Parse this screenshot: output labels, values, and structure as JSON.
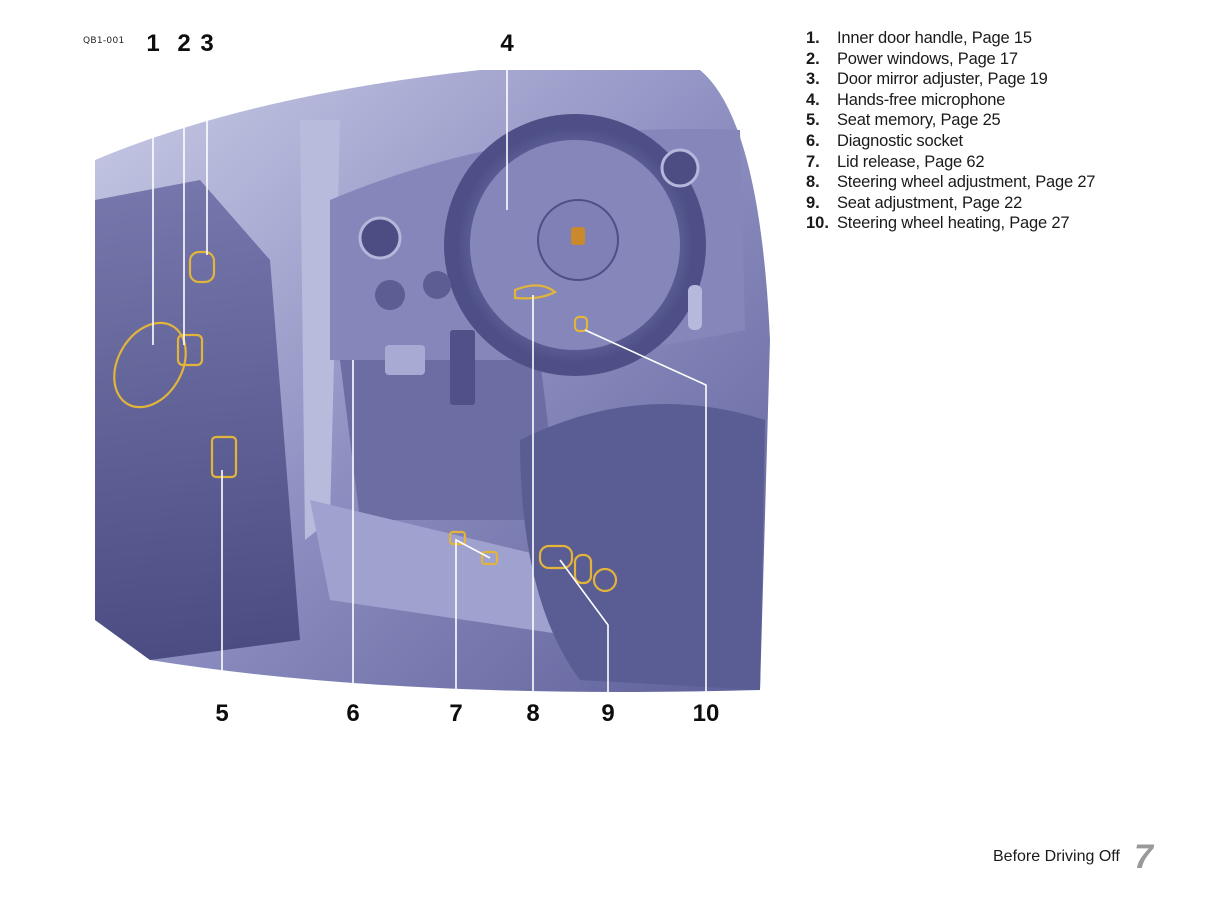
{
  "figure": {
    "code": "QB1-001",
    "callouts_top": [
      "1",
      "2",
      "3",
      "4"
    ],
    "callouts_bottom": [
      "5",
      "6",
      "7",
      "8",
      "9",
      "10"
    ],
    "highlight_color": "#e2b43a",
    "illustration_tint": "#6e6fa4"
  },
  "legend": [
    {
      "num": "1.",
      "text": "Inner door handle, Page 15"
    },
    {
      "num": "2.",
      "text": "Power windows, Page 17"
    },
    {
      "num": "3.",
      "text": "Door mirror adjuster, Page 19"
    },
    {
      "num": "4.",
      "text": "Hands-free microphone"
    },
    {
      "num": "5.",
      "text": "Seat memory, Page 25"
    },
    {
      "num": "6.",
      "text": "Diagnostic socket"
    },
    {
      "num": "7.",
      "text": "Lid release, Page 62"
    },
    {
      "num": "8.",
      "text": "Steering wheel adjustment, Page 27"
    },
    {
      "num": "9.",
      "text": "Seat adjustment, Page 22"
    },
    {
      "num": "10.",
      "text": "Steering wheel heating, Page 27"
    }
  ],
  "footer": {
    "section": "Before Driving Off",
    "page": "7"
  }
}
